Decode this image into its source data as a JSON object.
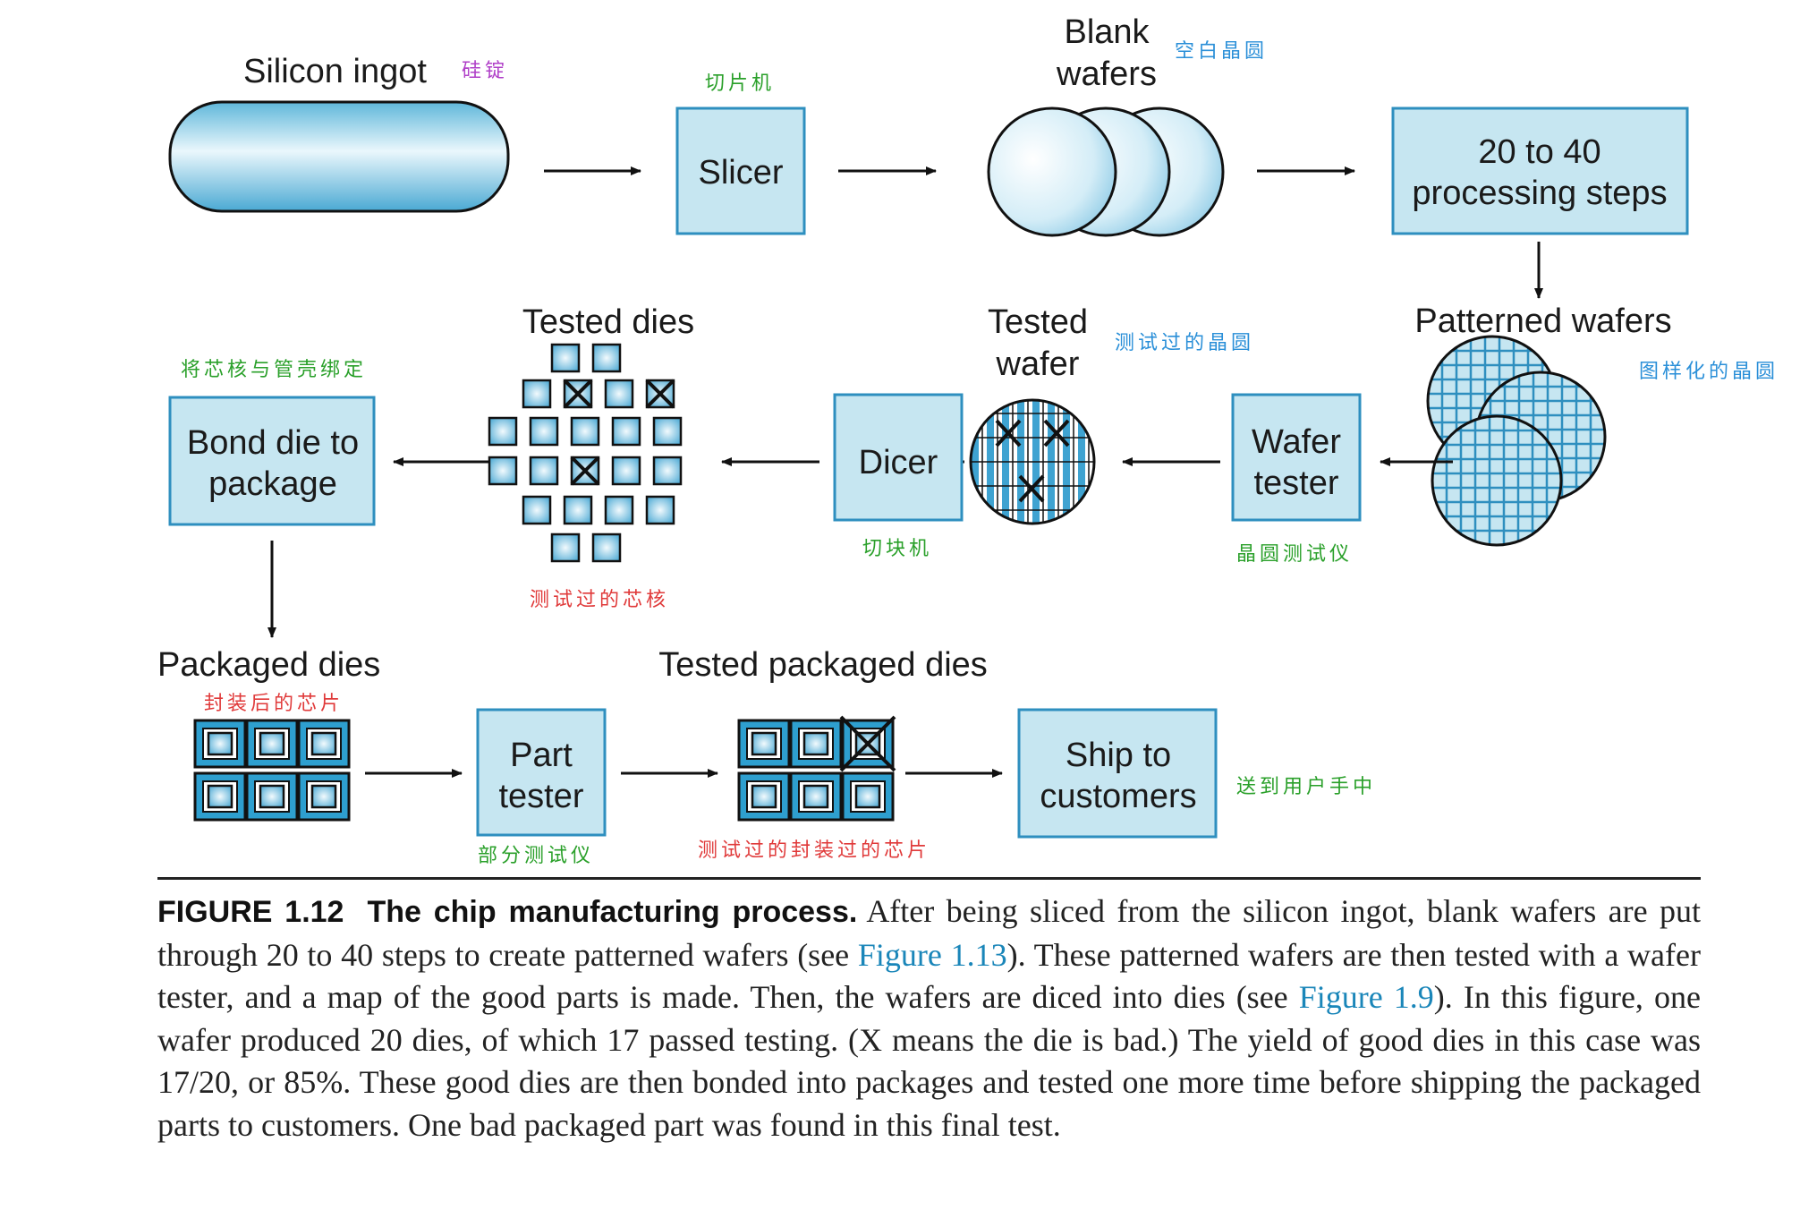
{
  "nodes": {
    "silicon_ingot": {
      "label": "Silicon ingot",
      "zh": "硅锭"
    },
    "slicer": {
      "label": "Slicer",
      "zh": "切片机"
    },
    "blank_wafers": {
      "label_line1": "Blank",
      "label_line2": "wafers",
      "zh": "空白晶圆"
    },
    "processing_steps": {
      "label_line1": "20 to 40",
      "label_line2": "processing steps"
    },
    "patterned_wafers": {
      "label": "Patterned wafers",
      "zh": "图样化的晶圆"
    },
    "wafer_tester": {
      "label_line1": "Wafer",
      "label_line2": "tester",
      "zh": "晶圆测试仪"
    },
    "tested_wafer": {
      "label_line1": "Tested",
      "label_line2": "wafer",
      "zh": "测试过的晶圆"
    },
    "dicer": {
      "label": "Dicer",
      "zh": "切块机"
    },
    "tested_dies": {
      "label": "Tested dies",
      "zh": "测试过的芯核"
    },
    "bond_die": {
      "label_line1": "Bond die to",
      "label_line2": "package",
      "zh": "将芯核与管壳绑定"
    },
    "packaged_dies": {
      "label": "Packaged dies",
      "zh": "封装后的芯片"
    },
    "part_tester": {
      "label_line1": "Part",
      "label_line2": "tester",
      "zh": "部分测试仪"
    },
    "tested_packaged_dies": {
      "label": "Tested packaged dies",
      "zh": "测试过的封装过的芯片"
    },
    "ship": {
      "label_line1": "Ship to",
      "label_line2": "customers",
      "zh": "送到用户手中"
    }
  },
  "caption": {
    "figure_label": "FIGURE 1.12",
    "figure_title": "The chip manufacturing process.",
    "text_1": "After being sliced from the silicon ingot, blank wafers are put through 20 to 40 steps to create patterned wafers (see ",
    "link_1": "Figure 1.13",
    "text_2": "). These patterned wafers are then tested with a wafer tester, and a map of the good parts is made. Then, the wafers are diced into dies (see ",
    "link_2": "Figure 1.9",
    "text_3": "). In this figure, one wafer produced 20 dies, of which 17 passed testing. (X means the die is bad.) The yield of good dies in this case was 17/20, or 85%. These good dies are then bonded into packages and tested one more time before shipping the packaged parts to customers. One bad packaged part was found in this final test."
  },
  "colors": {
    "box_fill": "#c6e6f1",
    "box_stroke": "#2e8fbf",
    "zh_purple": "#b040c8",
    "zh_blue": "#2a8fd8",
    "zh_green": "#2aa02a",
    "zh_red": "#e03a3a",
    "link": "#1a86b9"
  }
}
